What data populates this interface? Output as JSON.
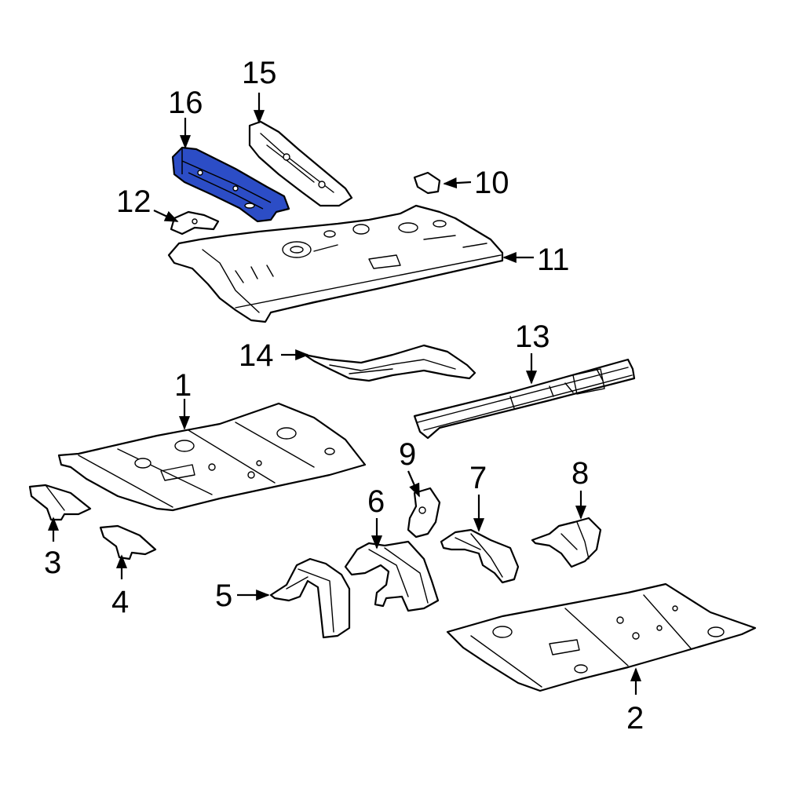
{
  "diagram": {
    "highlight_color": "#2c4dc6",
    "highlighted_part": "16",
    "callouts": [
      "1",
      "2",
      "3",
      "4",
      "5",
      "6",
      "7",
      "8",
      "9",
      "10",
      "11",
      "12",
      "13",
      "14",
      "15",
      "16"
    ]
  }
}
